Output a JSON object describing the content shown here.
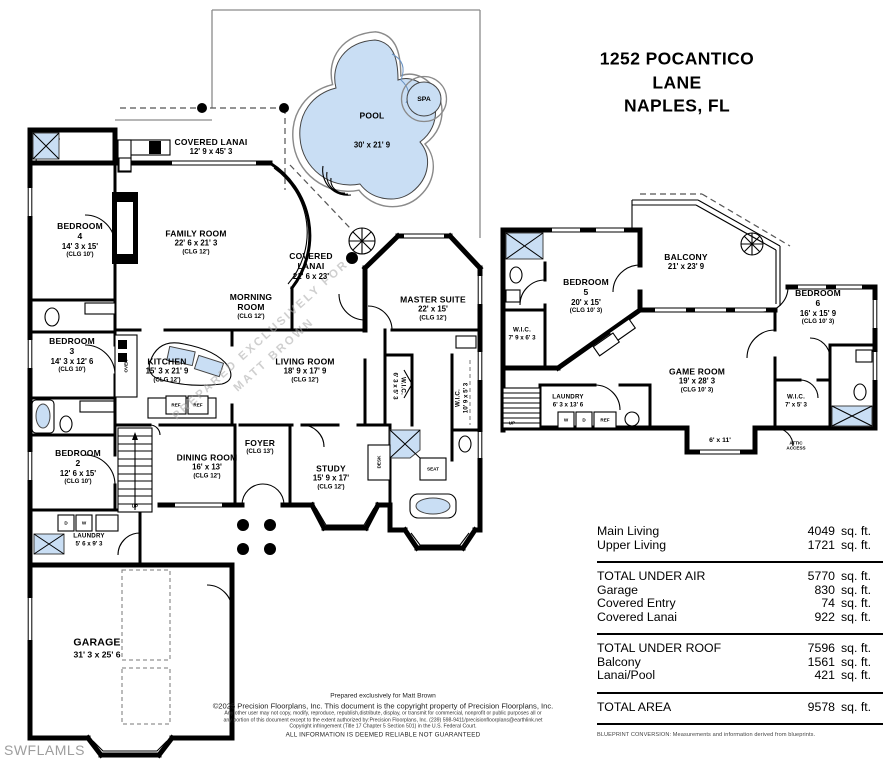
{
  "title": {
    "text": "1252 POCANTICO LANE\nNAPLES, FL"
  },
  "watermarks": {
    "mls": "SWFLAMLS",
    "diagonal": "PREPARED EXCLUSIVELY FOR\nMATT BROWN"
  },
  "pool": {
    "name": "POOL",
    "dims": "30' x 21' 9",
    "spa": "SPA"
  },
  "first_floor": {
    "rooms": [
      {
        "name": "COVERED LANAI",
        "dims": "12' 9 x 45' 3"
      },
      {
        "name": "BEDROOM\n4",
        "dims": "14' 3 x 15'",
        "clg": "(CLG 10')"
      },
      {
        "name": "FAMILY ROOM",
        "dims": "22' 6 x 21' 3",
        "clg": "(CLG 12')"
      },
      {
        "name": "COVERED\nLANAI",
        "dims": "21' 6 x 23'"
      },
      {
        "name": "MORNING\nROOM",
        "clg": "(CLG 12')"
      },
      {
        "name": "MASTER SUITE",
        "dims": "22' x 15'",
        "clg": "(CLG 12')"
      },
      {
        "name": "BEDROOM\n3",
        "dims": "14' 3 x 12' 6",
        "clg": "(CLG 10')"
      },
      {
        "name": "KITCHEN",
        "dims": "15' 3 x 21' 9",
        "clg": "(CLG 12')"
      },
      {
        "name": "LIVING ROOM",
        "dims": "18' 9 x 17' 9",
        "clg": "(CLG 12')"
      },
      {
        "name": "W.I.C.",
        "dims": "6' 3 x 5' 3"
      },
      {
        "name": "W.I.C.",
        "dims": "10' 9 x 5' 3"
      },
      {
        "name": "BEDROOM\n2",
        "dims": "12' 6 x 15'",
        "clg": "(CLG 10')"
      },
      {
        "name": "DINING ROOM",
        "dims": "16' x 13'",
        "clg": "(CLG 12')"
      },
      {
        "name": "FOYER",
        "clg": "(CLG 13')"
      },
      {
        "name": "STUDY",
        "dims": "15' 9 x 17'",
        "clg": "(CLG 12')"
      },
      {
        "name": "LAUNDRY",
        "dims": "5' 6 x 9' 3"
      },
      {
        "name": "GARAGE",
        "dims": "31' 3 x 25' 6"
      }
    ]
  },
  "second_floor": {
    "rooms": [
      {
        "name": "BEDROOM\n5",
        "dims": "20' x 15'",
        "clg": "(CLG 10' 3)"
      },
      {
        "name": "BALCONY",
        "dims": "21' x 23' 9"
      },
      {
        "name": "BEDROOM\n6",
        "dims": "16' x 15' 9",
        "clg": "(CLG 10' 3)"
      },
      {
        "name": "W.I.C.",
        "dims": "7' 9 x 6' 3"
      },
      {
        "name": "GAME ROOM",
        "dims": "19' x 28' 3",
        "clg": "(CLG 10' 3)"
      },
      {
        "name": "LAUNDRY",
        "dims": "6' 3 x 13' 6"
      },
      {
        "name": "W.I.C.",
        "dims": "7' x 5' 3"
      }
    ],
    "nook_dims": "6' x 11'",
    "attic": "ATTIC\nACCESS"
  },
  "annotations": {
    "ref": "REF",
    "oven": "OVEN",
    "desk": "DESK",
    "seat": "SEAT",
    "washer": "W",
    "dryer": "D",
    "up": "UP"
  },
  "area_table": {
    "groups": [
      {
        "rows": [
          {
            "label": "Main Living",
            "value": "4049",
            "unit": "sq. ft."
          },
          {
            "label": "Upper Living",
            "value": "1721",
            "unit": "sq. ft."
          }
        ]
      },
      {
        "rows": [
          {
            "label": "TOTAL UNDER AIR",
            "value": "5770",
            "unit": "sq. ft."
          },
          {
            "label": "Garage",
            "value": "830",
            "unit": "sq. ft."
          },
          {
            "label": "Covered Entry",
            "value": "74",
            "unit": "sq. ft."
          },
          {
            "label": "Covered Lanai",
            "value": "922",
            "unit": "sq. ft."
          }
        ]
      },
      {
        "rows": [
          {
            "label": "TOTAL UNDER ROOF",
            "value": "7596",
            "unit": "sq. ft."
          },
          {
            "label": "Balcony",
            "value": "1561",
            "unit": "sq. ft."
          },
          {
            "label": "Lanai/Pool",
            "value": "421",
            "unit": "sq. ft."
          }
        ]
      },
      {
        "rows": [
          {
            "label": "TOTAL AREA",
            "value": "9578",
            "unit": "sq. ft."
          }
        ]
      }
    ],
    "note": "BLUEPRINT CONVERSION: Measurements and information derived from blueprints."
  },
  "copyright": {
    "prepared": "Prepared exclusively for Matt Brown",
    "line2": "©2025 Precision Floorplans, Inc.  This document is the copyright property of Precision Floorplans, Inc.",
    "line3": "Any other user may not copy, modify, reproduce, republish,distribute, display, or transmit for commercial, nonprofit or public purposes all or",
    "line4": "any portion of this document except to the extent authorized by:Precision Floorplans, Inc. (239) 598-9411/precisionfloorplans@earthlink.net",
    "line5": "Copyright infringement (Title 17 Chapter 5 Section 501) in the U.S. Federal Court.",
    "line6": "ALL INFORMATION IS DEEMED RELIABLE NOT GUARANTEED"
  },
  "colors": {
    "pool_fill": "#c9def4",
    "wall": "#000000",
    "watermark_gray": "#9e9e9e"
  }
}
